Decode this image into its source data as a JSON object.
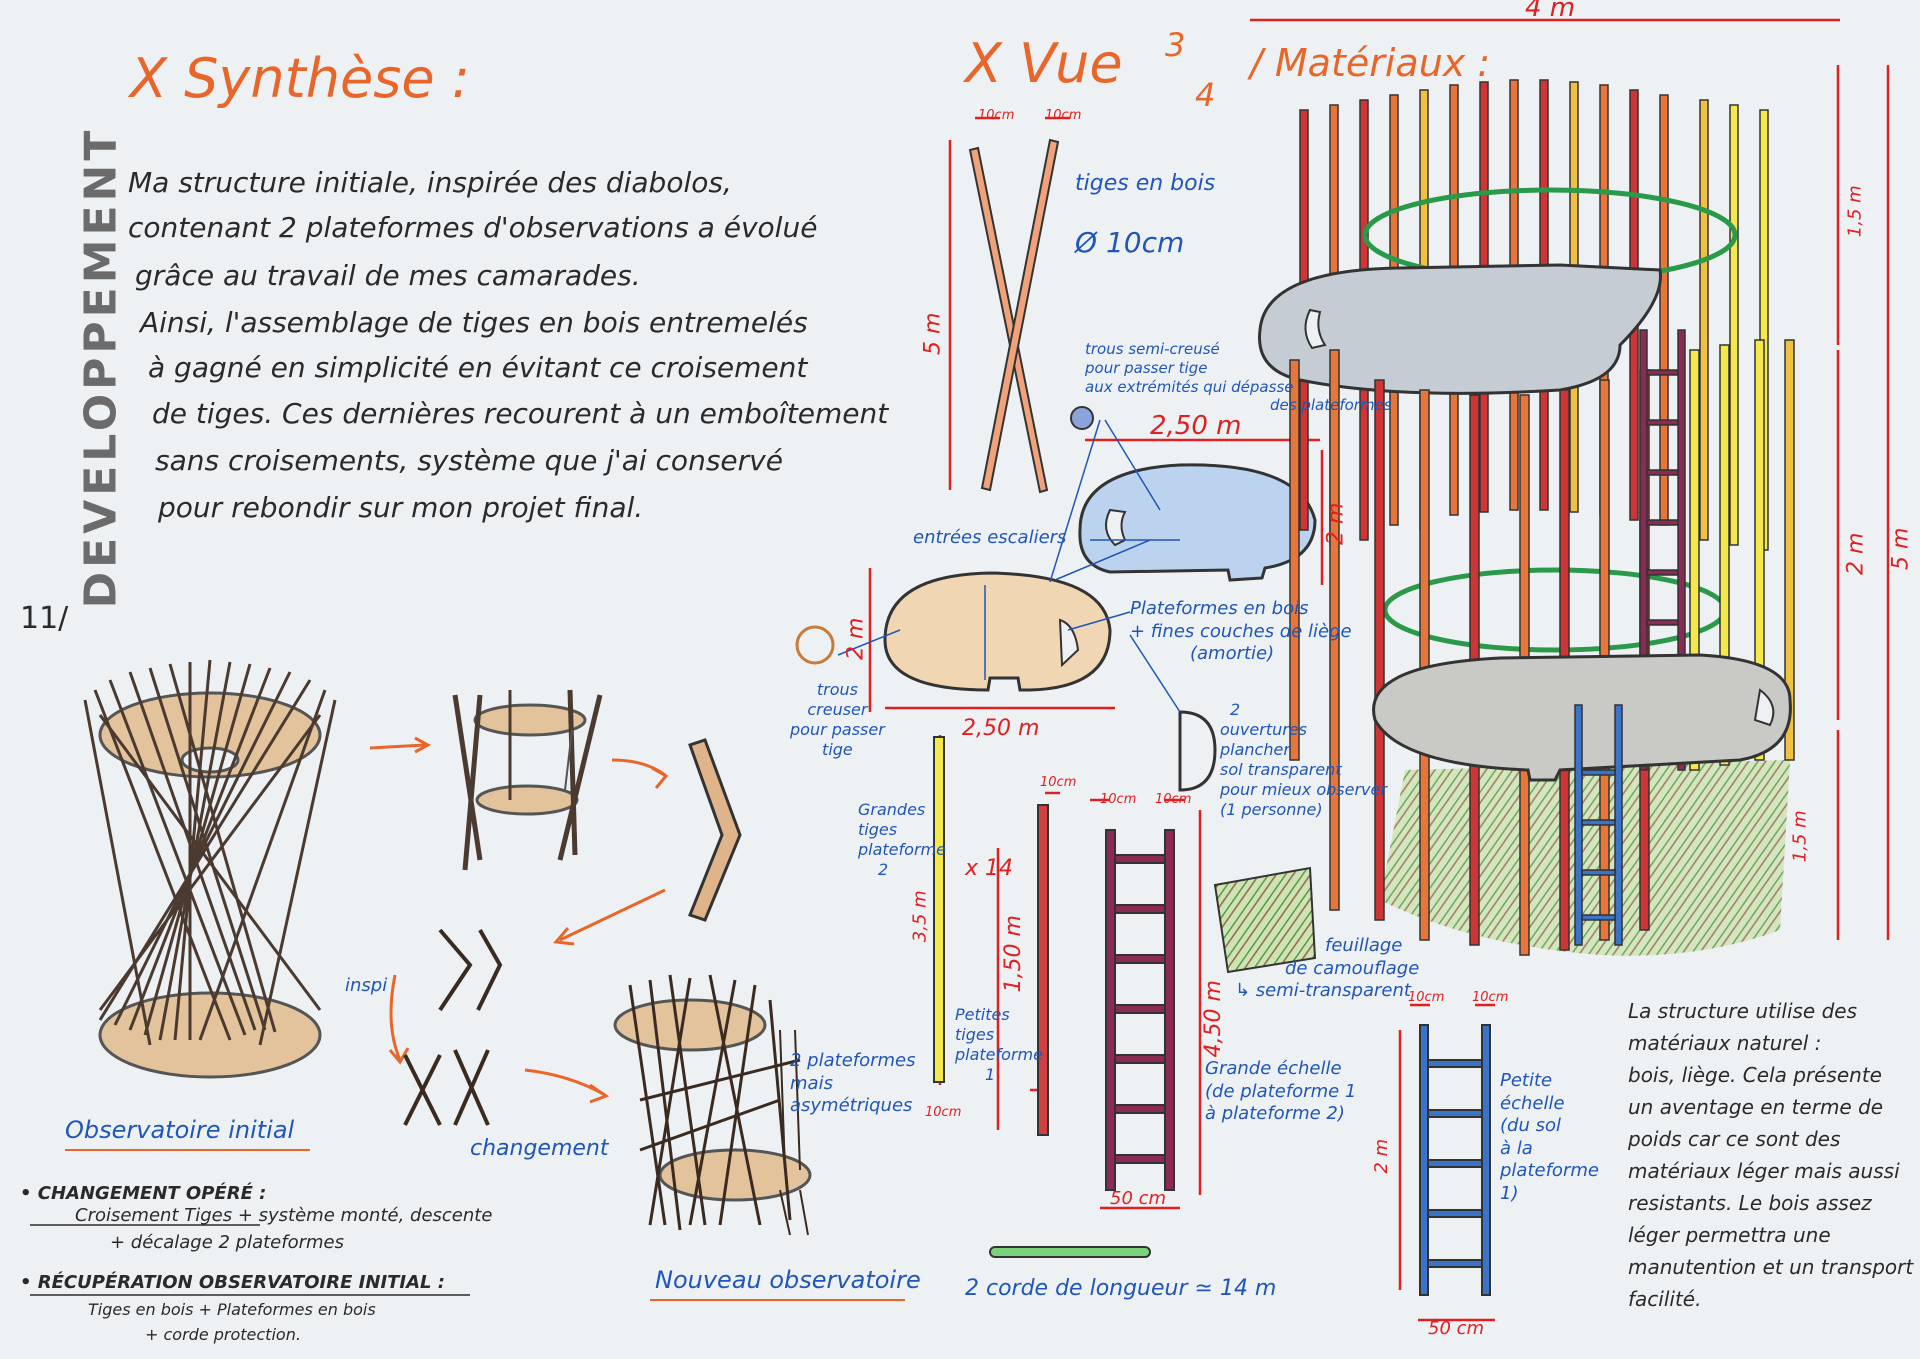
{
  "side_title": "DEVELOPPEMENT",
  "page_number": "11/",
  "synthese": {
    "title": "X Synthèse :",
    "lines": [
      "Ma structure initiale, inspirée des diabolos,",
      "contenant 2 plateformes d'observations a évolué",
      "grâce au travail de mes camarades.",
      "Ainsi, l'assemblage de tiges en bois entremelés",
      "à gagné en simplicité en évitant ce croisement",
      "de tiges. Ces dernières recourent à un emboîtement",
      "sans croisements, système que j'ai conservé",
      "pour rebondir sur mon projet final."
    ]
  },
  "vue": {
    "title": "X Vue",
    "fraction_num": "3",
    "fraction_den": "4",
    "subtitle": "/ Matériaux :"
  },
  "sketches": {
    "observatoire_initial": "Observatoire initial",
    "nouveau_observatoire": "Nouveau observatoire",
    "inspi": "inspi",
    "changement": "changement",
    "plateformes_asym": [
      "2 plateformes",
      "mais",
      "asymétriques"
    ]
  },
  "notes": {
    "changement_title": "• CHANGEMENT OPÉRÉ :",
    "changement_line1": "Croisement Tiges + système monté, descente",
    "changement_line2": "+ décalage 2 plateformes",
    "recuperation_title": "• RÉCUPÉRATION OBSERVATOIRE INITIAL :",
    "recuperation_line1": "Tiges en bois + Plateformes en bois",
    "recuperation_line2": "+ corde protection."
  },
  "materials": {
    "tiges_bois": "tiges en bois",
    "diametre": "Ø 10cm",
    "tige_width_1": "10cm",
    "tige_width_2": "10cm",
    "tige_height": "5 m",
    "trous_semi": [
      "trous semi-creusé",
      "pour passer tige",
      "aux extrémités qui dépasse",
      "des plateformes"
    ],
    "plateforme_width_top": "2,50 m",
    "plateforme_depth_top": "2 m",
    "entrees_escaliers": "entrées escaliers",
    "plateformes_bois": [
      "Plateformes en bois",
      "+ fines couches de liège",
      "(amortie)"
    ],
    "trous_creuser": [
      "trous",
      "creuser",
      "pour passer",
      "tige"
    ],
    "plateforme_width_bottom": "2,50 m",
    "plateforme_depth_bottom": "2 m",
    "ouvertures": [
      "2",
      "ouvertures",
      "plancher",
      "sol transparent",
      "pour mieux observer",
      "(1 personne)"
    ],
    "grandes_tiges": [
      "Grandes",
      "tiges",
      "plateforme",
      "2"
    ],
    "grandes_tiges_height": "3,5 m",
    "grandes_tiges_width": "10cm",
    "multiplier": "x 14",
    "petites_width": "10cm",
    "petites_height": "1,50 m",
    "petites_tiges": [
      "Petites",
      "tiges",
      "plateforme",
      "1"
    ],
    "echelle_width_1": "10cm",
    "echelle_width_2": "10cm",
    "grande_echelle_height": "4,50 m",
    "grande_echelle_base": "50 cm",
    "grande_echelle": [
      "Grande échelle",
      "(de plateforme 1",
      "à plateforme 2)"
    ],
    "feuillage": [
      "feuillage",
      "de camouflage",
      "↳ semi-transparent"
    ],
    "corde": "2 corde de longueur ≃ 14 m",
    "petite_width_1": "10cm",
    "petite_width_2": "10cm",
    "petite_echelle_height": "2 m",
    "petite_echelle_base": "50 cm",
    "petite_echelle": [
      "Petite",
      "échelle",
      "(du sol",
      "à la",
      "plateforme",
      "1)"
    ]
  },
  "structure": {
    "width": "4 m",
    "top_height": "1,5 m",
    "mid_height": "2 m",
    "total_height": "5 m",
    "bottom_height": "1,5 m"
  },
  "conclusion": [
    "La structure utilise des",
    "matériaux naturel :",
    "bois, liège. Cela présente",
    "un aventage en terme de",
    "poids car ce sont des",
    "matériaux léger mais aussi",
    "resistants. Le bois assez",
    "léger permettra une",
    "manutention et un transport",
    "facilité."
  ]
}
